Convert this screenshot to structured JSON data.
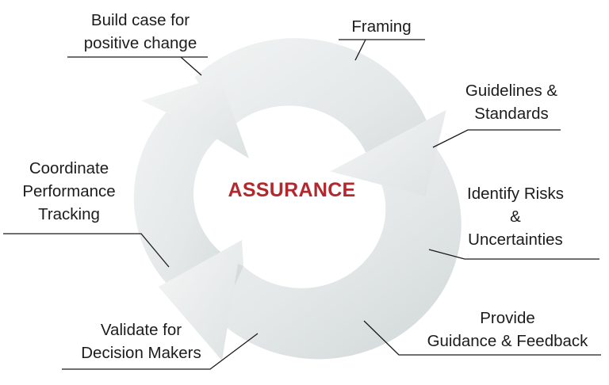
{
  "center": {
    "title": "ASSURANCE"
  },
  "colors": {
    "ring_light": "#f2f4f4",
    "ring_dark": "#d2d8d8",
    "title": "#b3282d",
    "leader": "#1a1a1a",
    "text": "#1c1c1c"
  },
  "labels": [
    {
      "lines": [
        "Build case for",
        "positive change"
      ]
    },
    {
      "lines": [
        "Framing"
      ]
    },
    {
      "lines": [
        "Guidelines &",
        "Standards"
      ]
    },
    {
      "lines": [
        "Identify Risks",
        "&",
        "Uncertainties"
      ]
    },
    {
      "lines": [
        "Provide",
        "Guidance & Feedback"
      ]
    },
    {
      "lines": [
        "Validate for",
        "Decision Makers"
      ]
    },
    {
      "lines": [
        "Coordinate",
        "Performance",
        "Tracking"
      ]
    }
  ]
}
